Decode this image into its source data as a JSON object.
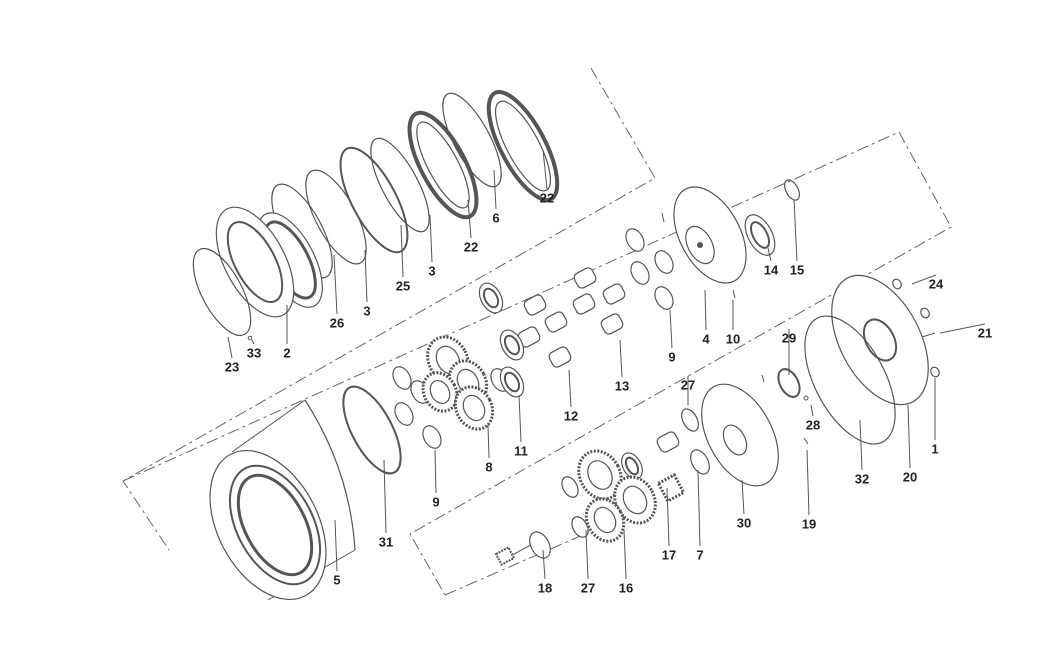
{
  "diagram": {
    "type": "exploded-parts-view",
    "callouts": [
      "22",
      "6",
      "22",
      "3",
      "25",
      "3",
      "26",
      "2",
      "33",
      "23",
      "14",
      "15",
      "4",
      "10",
      "9",
      "13",
      "12",
      "11",
      "8",
      "9",
      "31",
      "5",
      "24",
      "21",
      "29",
      "27",
      "28",
      "1",
      "20",
      "32",
      "30",
      "19",
      "17",
      "7",
      "16",
      "27",
      "18"
    ]
  },
  "colors": {
    "line": "#555555",
    "dash": "#666666",
    "text": "#222222"
  }
}
